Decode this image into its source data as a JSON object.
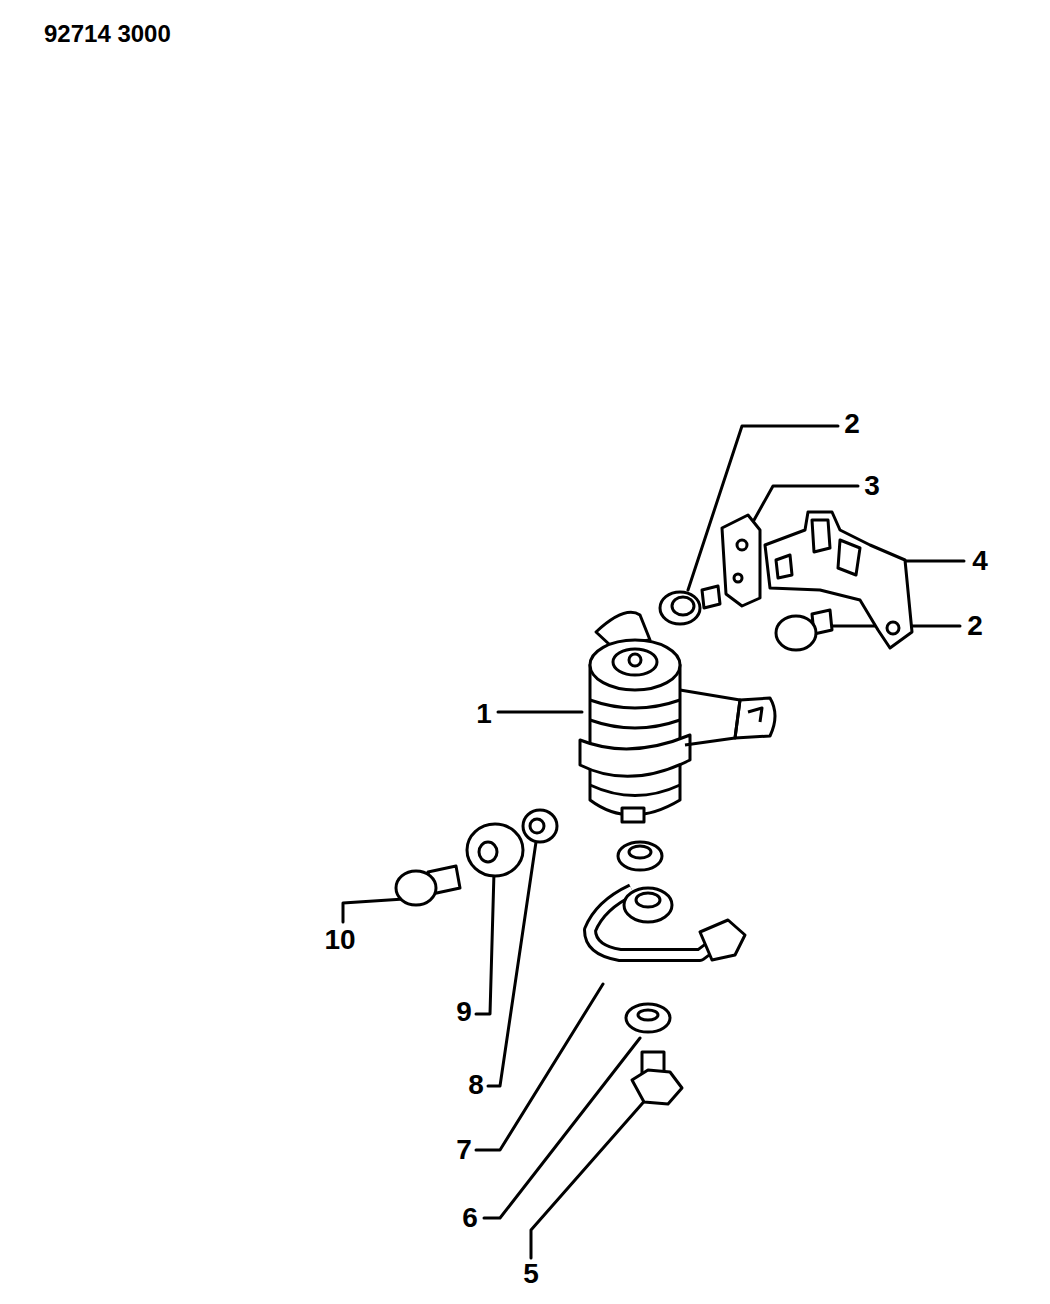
{
  "diagram": {
    "labels": [
      "92714 3000",
      "2",
      "3",
      "4",
      "2",
      "1",
      "10",
      "9",
      "8",
      "7",
      "6",
      "5"
    ]
  }
}
